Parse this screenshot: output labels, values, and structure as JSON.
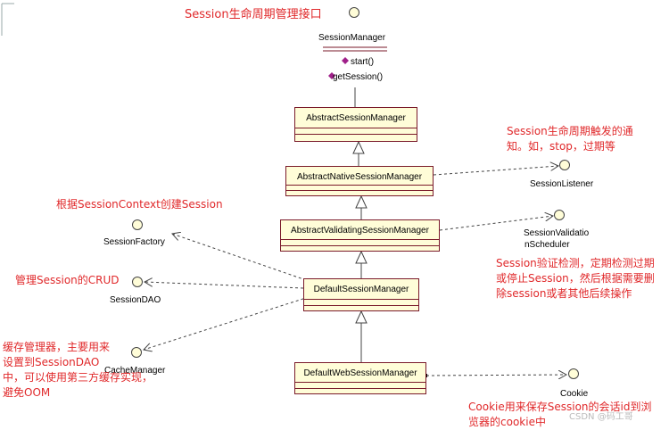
{
  "interfaces": [
    {
      "id": "sessionmanager",
      "name": "SessionManager",
      "methods": [
        "start()",
        "getSession()"
      ]
    },
    {
      "id": "sessionlistener",
      "name": "SessionListener"
    },
    {
      "id": "sessionfactory",
      "name": "SessionFactory"
    },
    {
      "id": "sessionvalidationscheduler",
      "name_line1": "SessionValidatio",
      "name_line2": "nScheduler"
    },
    {
      "id": "sessiondao",
      "name": "SessionDAO"
    },
    {
      "id": "cachemanager",
      "name": "CacheManager"
    },
    {
      "id": "cookie",
      "name": "Cookie"
    }
  ],
  "classes": [
    {
      "id": "abstractsessionmanager",
      "name": "AbstractSessionManager"
    },
    {
      "id": "abstractnativesessionmanager",
      "name": "AbstractNativeSessionManager"
    },
    {
      "id": "abstractvalidatingsessionmanager",
      "name": "AbstractValidatingSessionManager"
    },
    {
      "id": "defaultsessionmanager",
      "name": "DefaultSessionManager"
    },
    {
      "id": "defaultwebsessionmanager",
      "name": "DefaultWebSessionManager"
    }
  ],
  "notes": {
    "session_manager": "Session生命周期管理接口",
    "session_listener": "Session生命周期触发的通\n知。如，stop，过期等",
    "session_factory": "根据SessionContext创建Session",
    "session_dao": "管理Session的CRUD",
    "cache_manager": "缓存管理器，主要用来\n设置到SessionDAO\n中，可以使用第三方缓存实现，\n避免OOM",
    "validation": "Session验证检测，定期检测过期\n或停止Session，然后根据需要删\n除session或者其他后续操作",
    "cookie": "Cookie用来保存Session的会话id到浏\n览器的cookie中"
  },
  "watermark": "CSDN @码工哥",
  "colors": {
    "note": "#e0282a",
    "class_fill": "#fffdd8",
    "class_border": "#7a1a2a",
    "interface_fill": "#fffdd8",
    "method_icon": "#a0208a"
  }
}
